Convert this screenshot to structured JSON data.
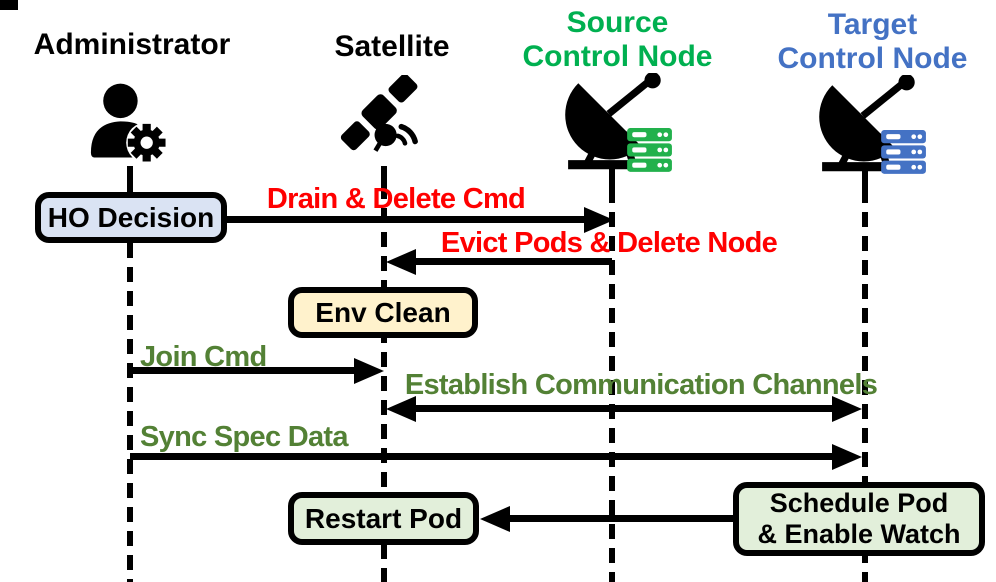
{
  "diagram_type": "sequence-diagram",
  "actors": [
    {
      "label": "Administrator",
      "color": "#000000",
      "icon": "admin-user-gear-icon"
    },
    {
      "label": "Satellite",
      "color": "#000000",
      "icon": "satellite-icon"
    },
    {
      "label": "Source",
      "label2": "Control Node",
      "color": "#00b050",
      "icon": "ground-station-server-icon",
      "server_color": "#22b14c"
    },
    {
      "label": "Target",
      "label2": "Control Node",
      "color": "#4472c4",
      "icon": "ground-station-server-icon",
      "server_color": "#4472c4"
    }
  ],
  "boxes": {
    "ho_decision": {
      "label": "HO Decision",
      "fill": "#dae3f3",
      "on": "Administrator"
    },
    "env_clean": {
      "label": "Env Clean",
      "fill": "#fff2cc",
      "on": "Satellite"
    },
    "restart_pod": {
      "label": "Restart Pod",
      "fill": "#e2efda",
      "on": "Satellite"
    },
    "schedule_pod": {
      "line1": "Schedule Pod",
      "line2": "& Enable Watch",
      "fill": "#e2efda",
      "on": "Target Control Node"
    }
  },
  "messages": {
    "drain": {
      "label": "Drain & Delete Cmd",
      "color": "#ff0000",
      "from": "Administrator",
      "to": "Source Control Node"
    },
    "evict": {
      "label": "Evict Pods & Delete Node",
      "color": "#ff0000",
      "from": "Source Control Node",
      "to": "Satellite"
    },
    "join": {
      "label": "Join Cmd",
      "color": "#538135",
      "from": "Administrator",
      "to": "Satellite"
    },
    "establish": {
      "label": "Establish Communication Channels",
      "color": "#538135",
      "from": "Satellite",
      "to": "Target Control Node",
      "bidirectional": true
    },
    "sync": {
      "label": "Sync Spec Data",
      "color": "#538135",
      "from": "Administrator",
      "to": "Target Control Node"
    },
    "schedule_to_restart": {
      "label": "",
      "from": "Target Control Node",
      "to": "Satellite"
    }
  }
}
